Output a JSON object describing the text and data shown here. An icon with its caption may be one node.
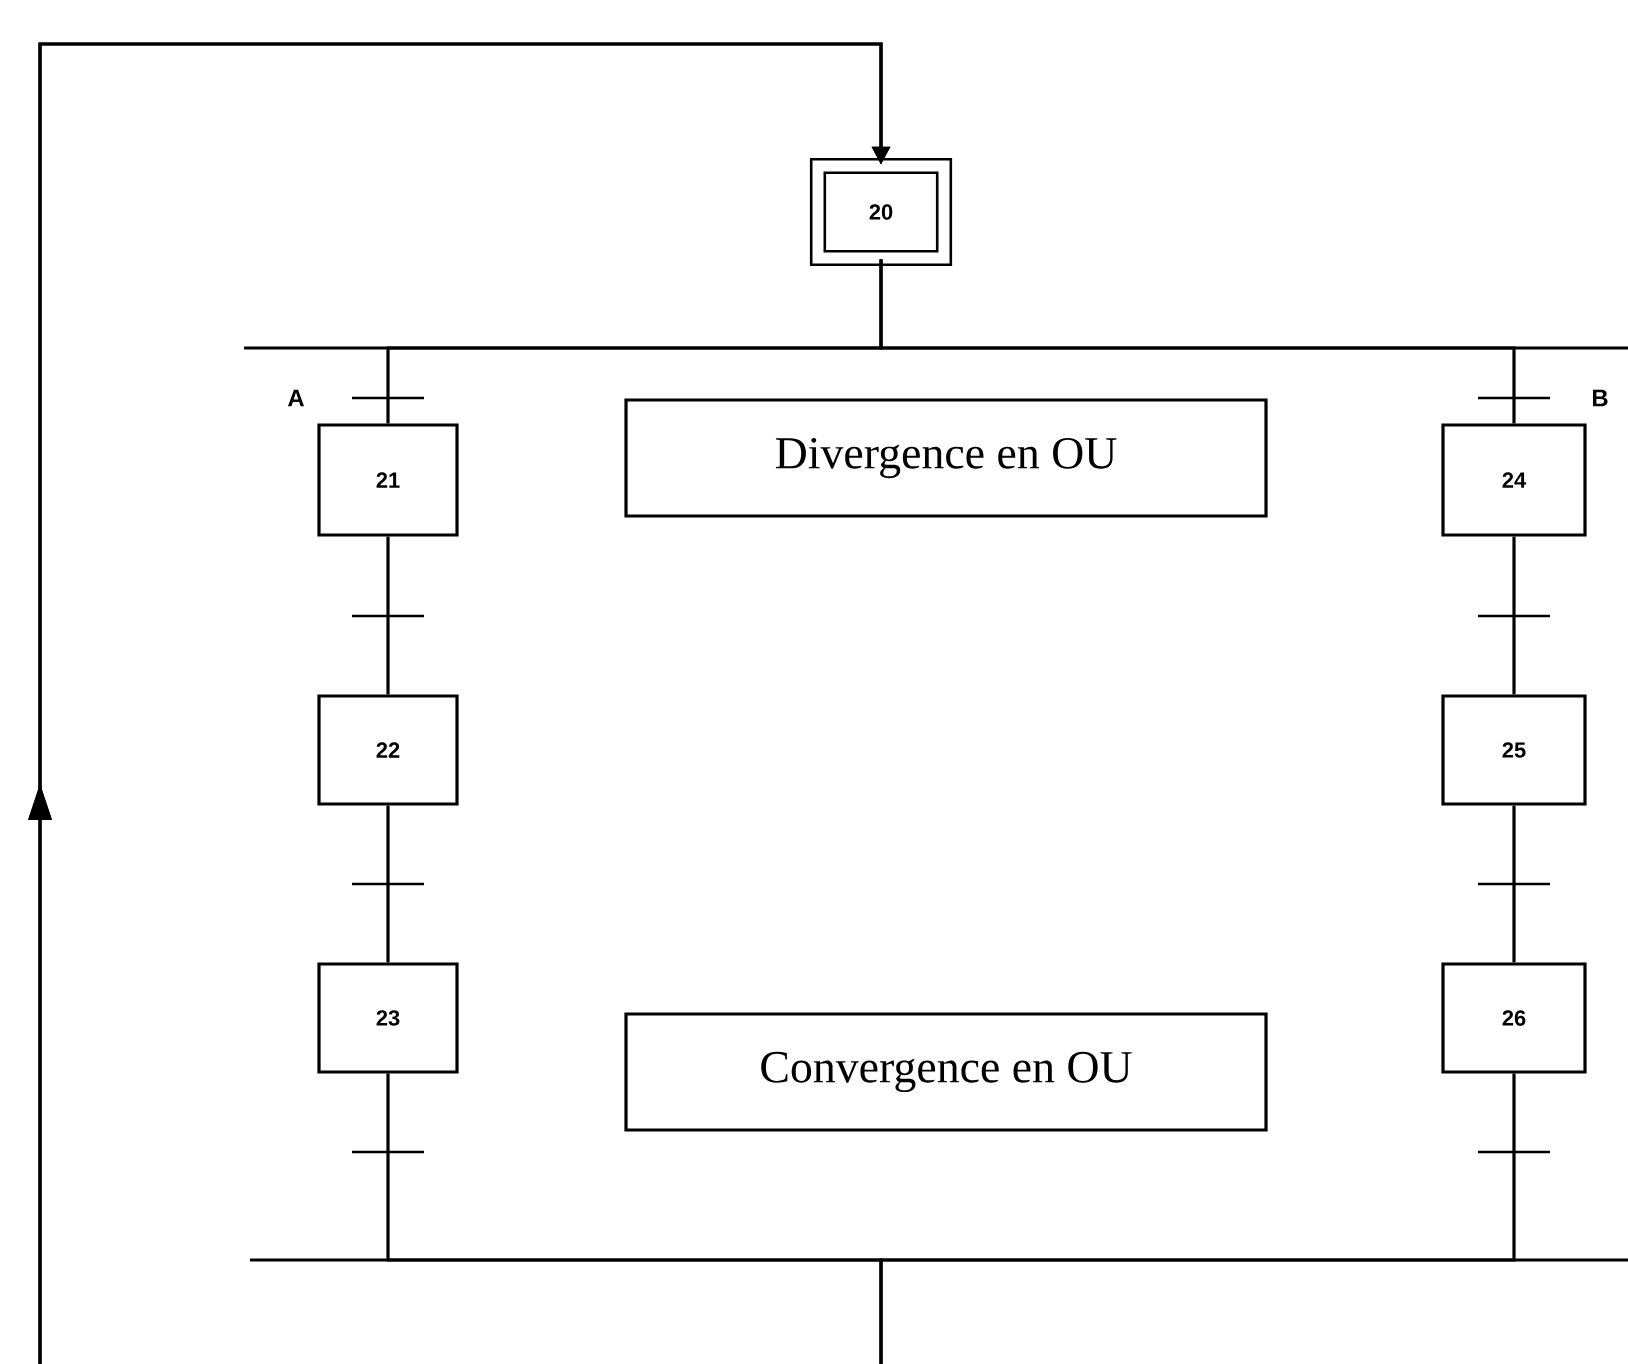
{
  "diagram": {
    "nodes": [
      {
        "text": [
          "20"
        ]
      },
      {
        "text": [
          "21"
        ]
      },
      {
        "text": [
          "Divergence en OU"
        ]
      },
      {
        "text": [
          "24"
        ]
      },
      {
        "text": [
          "22"
        ]
      },
      {
        "text": [
          "25"
        ]
      },
      {
        "text": [
          "23"
        ]
      },
      {
        "text": [
          "Convergence en OU"
        ]
      },
      {
        "text": [
          "26"
        ]
      }
    ],
    "edges": [
      {
        "from": 0,
        "to": 1,
        "arrow": "none"
      },
      {
        "from": 0,
        "to": 3,
        "arrow": "none"
      },
      {
        "from": 1,
        "to": 4,
        "arrow": "none"
      },
      {
        "from": 4,
        "to": 6,
        "arrow": "none"
      },
      {
        "from": 3,
        "to": 5,
        "arrow": "none"
      },
      {
        "from": 5,
        "to": 8,
        "arrow": "none"
      },
      {
        "from": 6,
        "to": 0,
        "arrow": "to"
      },
      {
        "from": 8,
        "to": 0,
        "arrow": "to"
      }
    ],
    "labels": [
      "A",
      "B"
    ]
  }
}
